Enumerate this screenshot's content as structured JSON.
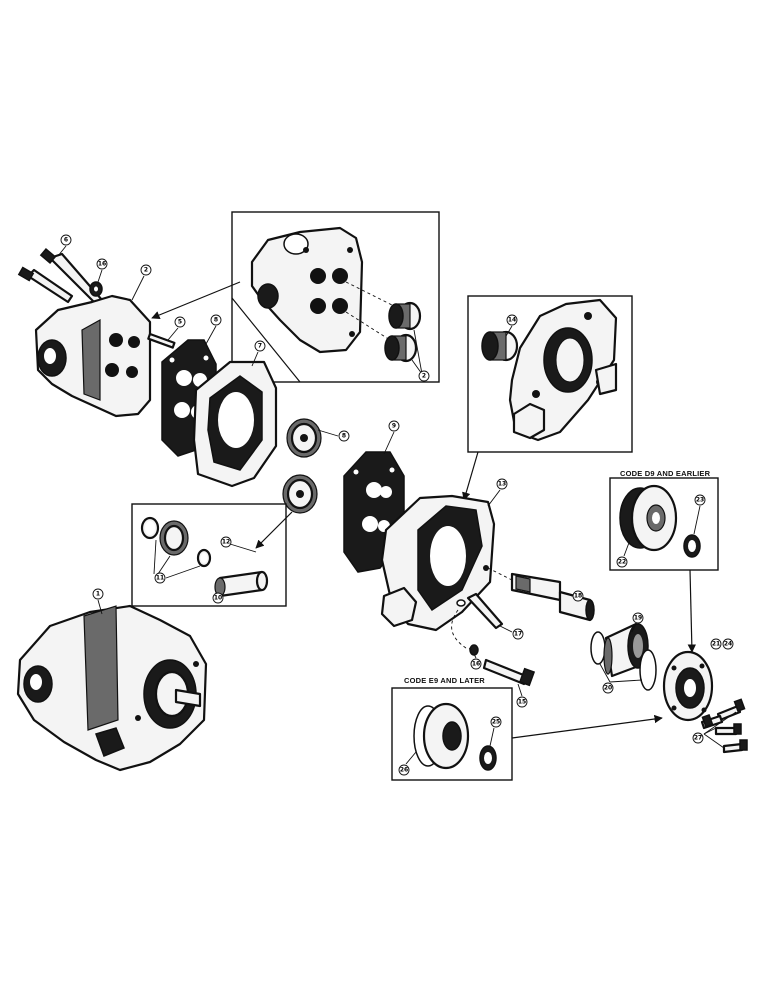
{
  "labels": {
    "code_d9": "CODE D9 AND EARLIER",
    "code_e9": "CODE E9 AND LATER"
  },
  "callouts": {
    "c1": "1",
    "c2a": "2",
    "c2b": "2",
    "c5": "5",
    "c6": "6",
    "c7": "7",
    "c8a": "8",
    "c8b": "8",
    "c9": "9",
    "c10": "10",
    "c11": "11",
    "c12": "12",
    "c13": "13",
    "c14": "14",
    "c15": "15",
    "c16": "16",
    "c17": "17",
    "c18": "18",
    "c19": "19",
    "c20": "20",
    "c21": "21",
    "c22": "22",
    "c23": "23",
    "c24": "24",
    "c25": "25",
    "c26": "26",
    "c27": "27"
  }
}
